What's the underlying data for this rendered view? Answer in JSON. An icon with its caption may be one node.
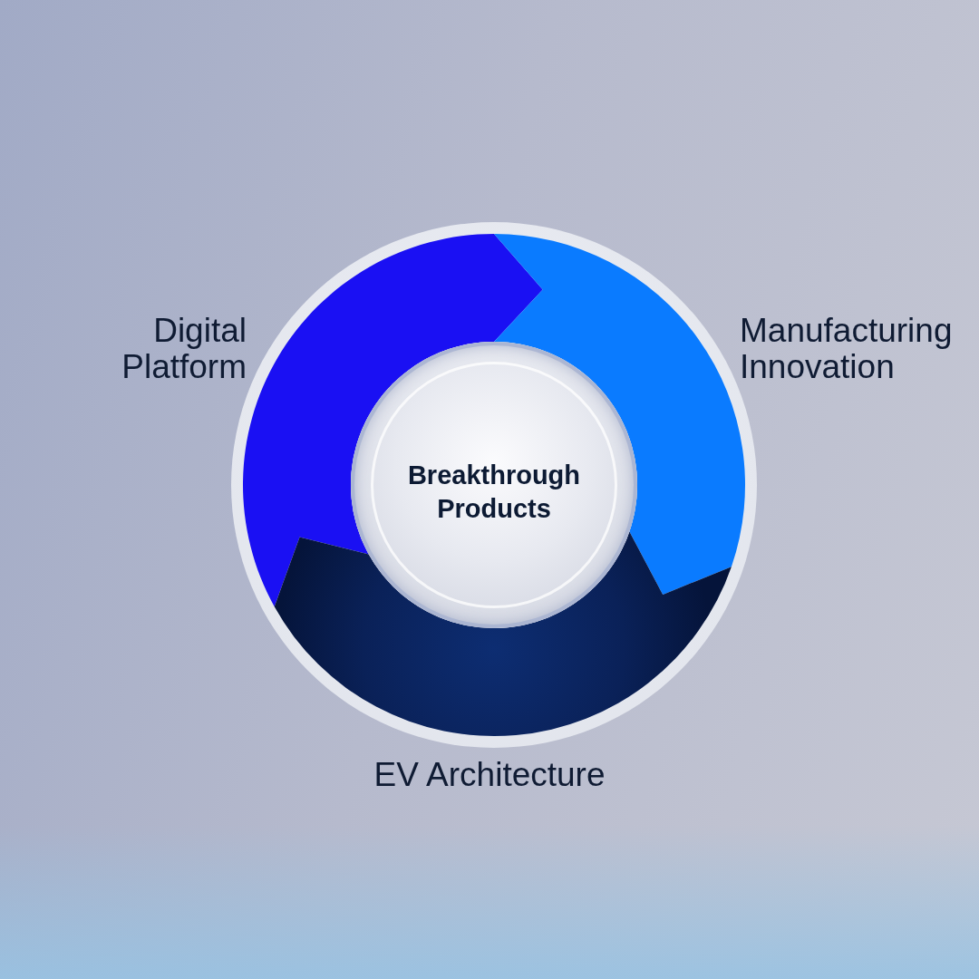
{
  "diagram": {
    "nodes": [
      {
        "text": [
          "Digital Platform"
        ]
      },
      {
        "text": [
          "Manufacturing Innovation"
        ]
      },
      {
        "text": [
          "Breakthrough Products"
        ]
      },
      {
        "text": [
          "EV Architecture"
        ]
      }
    ]
  }
}
